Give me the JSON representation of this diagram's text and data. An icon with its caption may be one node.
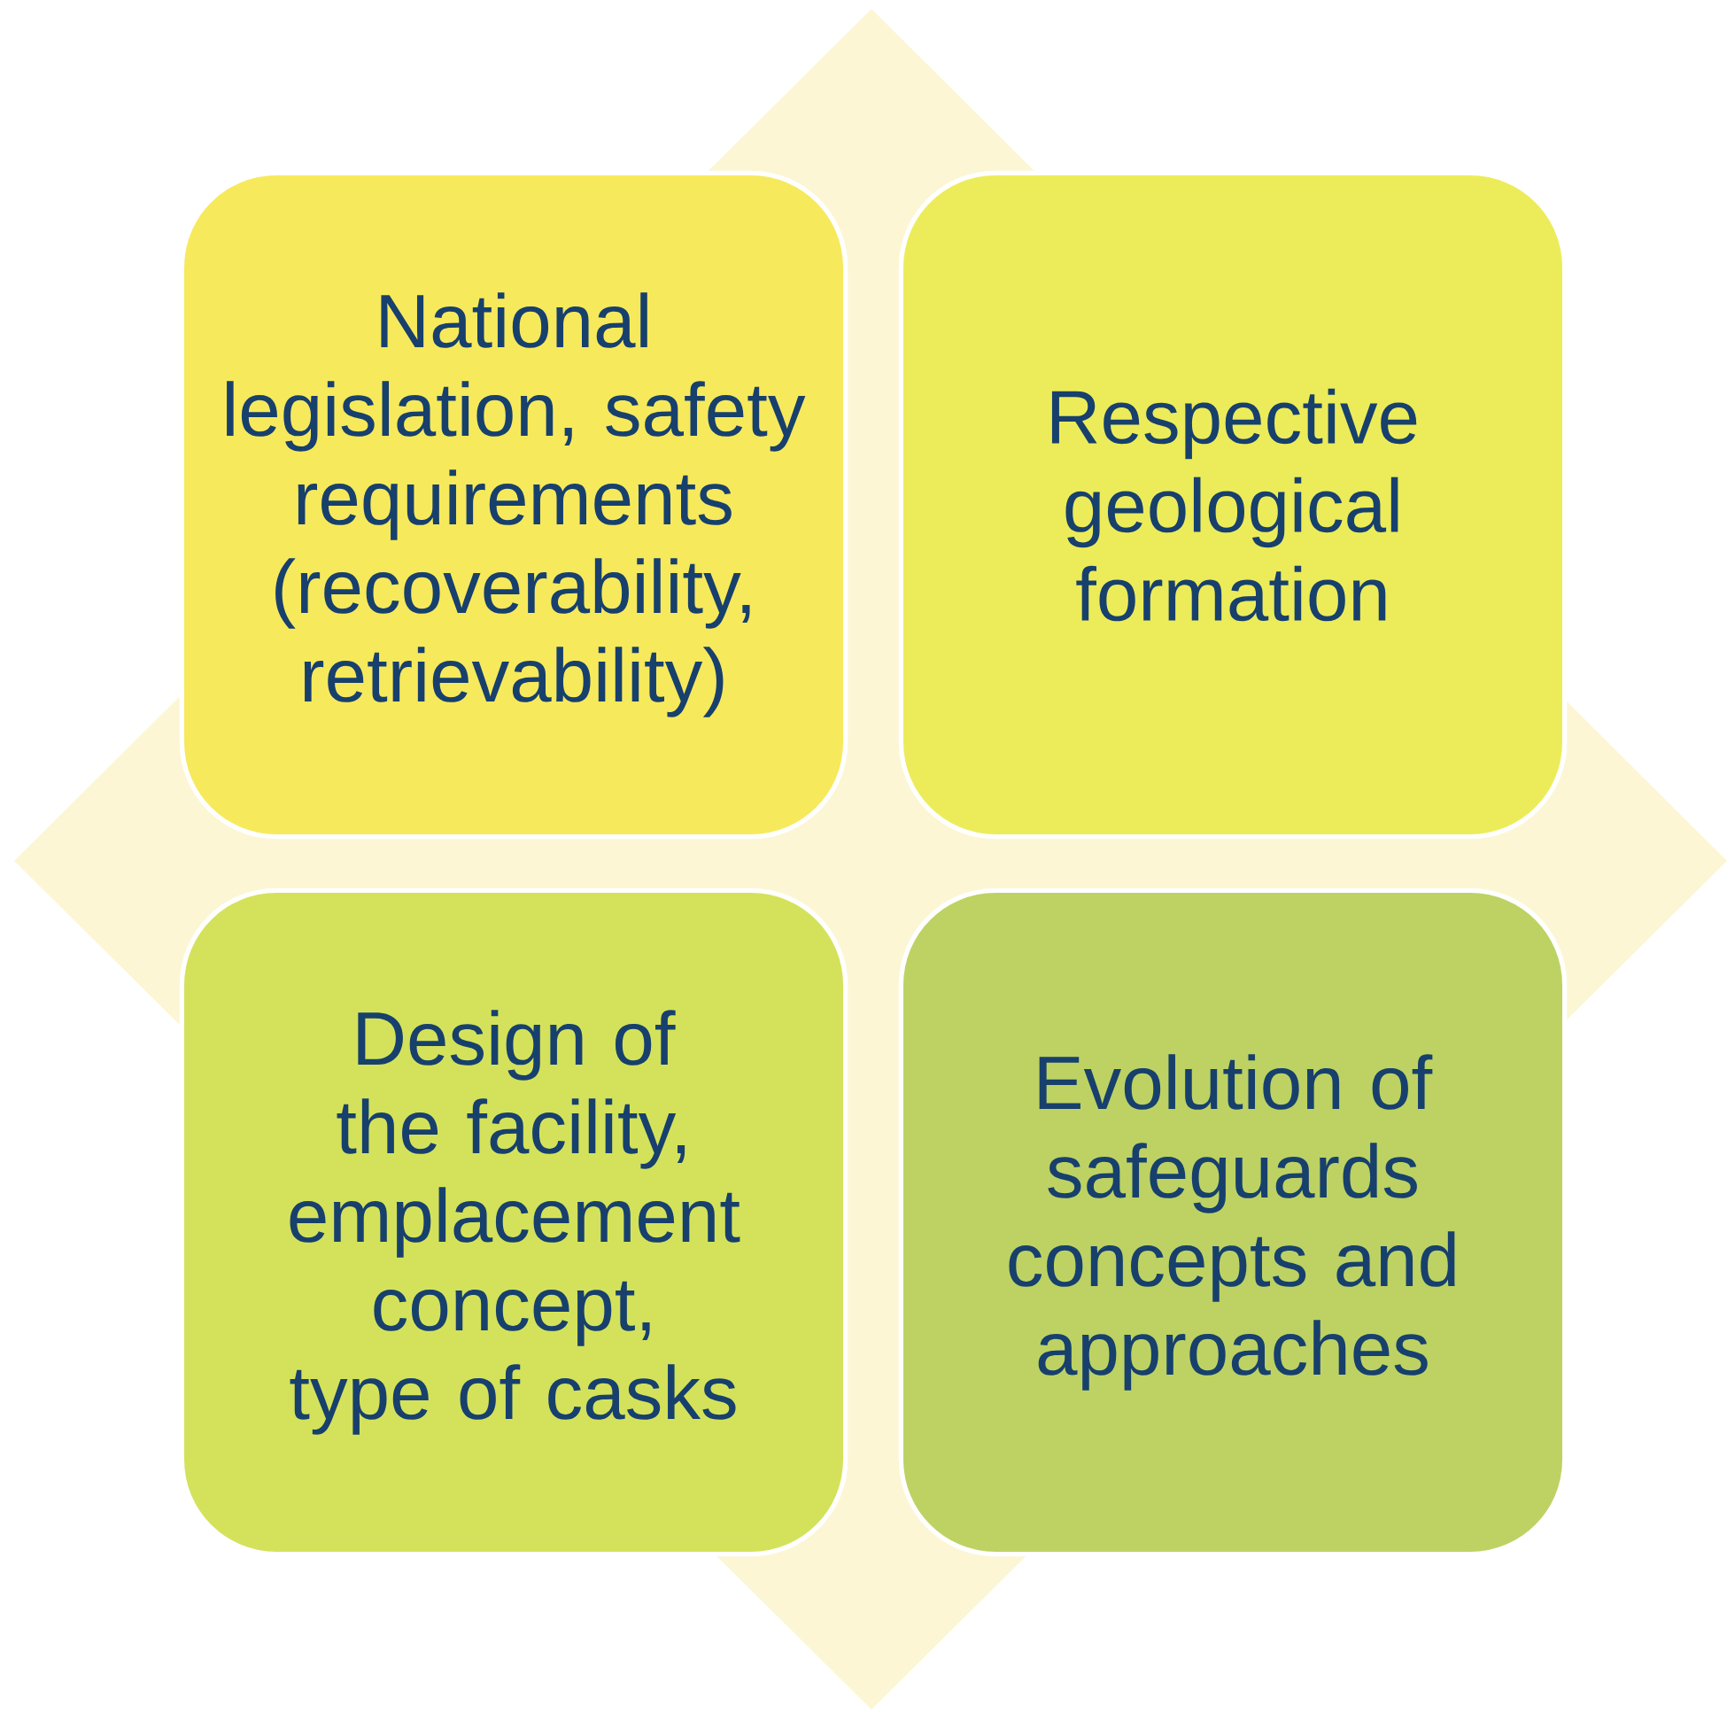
{
  "diagram": {
    "nodes": [
      {
        "text": [
          "National legislation, safety requirements (recoverability, retrievability)"
        ]
      },
      {
        "text": [
          "Respective geological formation"
        ]
      },
      {
        "text": [
          "Design of the facility, emplacement concept, type of casks"
        ]
      },
      {
        "text": [
          "Evolution of safeguards concepts and approaches"
        ]
      }
    ]
  }
}
